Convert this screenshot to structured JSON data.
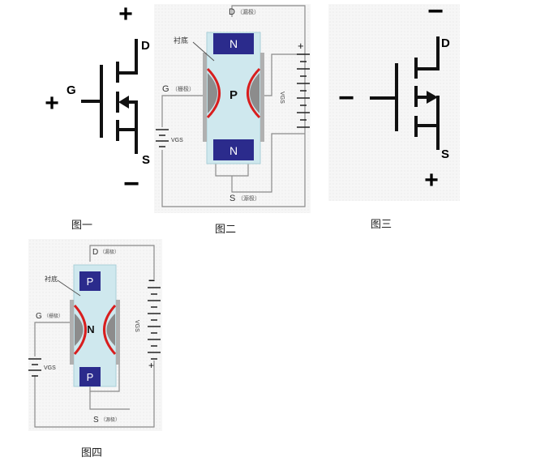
{
  "fig1": {
    "plus_top": "+",
    "plus_left": "+",
    "minus_bottom": "−",
    "gate": "G",
    "drain": "D",
    "source": "S",
    "caption": "图一"
  },
  "fig2": {
    "drain": "D",
    "drain_note": "（漏极）",
    "substrate": "衬底",
    "gate": "G",
    "gate_note": "（栅极）",
    "source": "S",
    "source_note": "（源极）",
    "region_top": "N",
    "region_mid": "P",
    "region_bottom": "N",
    "vgs_side": "VGS",
    "vgs_left": "VGS",
    "battery_plus": "+",
    "caption": "图二"
  },
  "fig3": {
    "minus_top": "−",
    "minus_left": "−",
    "plus_bottom": "+",
    "drain": "D",
    "source": "S",
    "caption": "图三"
  },
  "fig4": {
    "drain": "D",
    "drain_note": "（漏极）",
    "substrate": "衬底",
    "gate": "G",
    "gate_note": "（栅极）",
    "source": "S",
    "source_note": "（源极）",
    "region_top": "P",
    "region_mid": "N",
    "region_bottom": "P",
    "vgs_side": "VGS",
    "vgs_left": "VGS",
    "battery_minus": "−",
    "battery_plus": "+",
    "caption": "图四"
  },
  "colors": {
    "substrate": "#cfe8ee",
    "region": "#2b2b8c",
    "depletion": "#d81e1e",
    "channel": "#8c8c8c",
    "wire": "#8a8a8a",
    "symbol": "#111111"
  }
}
